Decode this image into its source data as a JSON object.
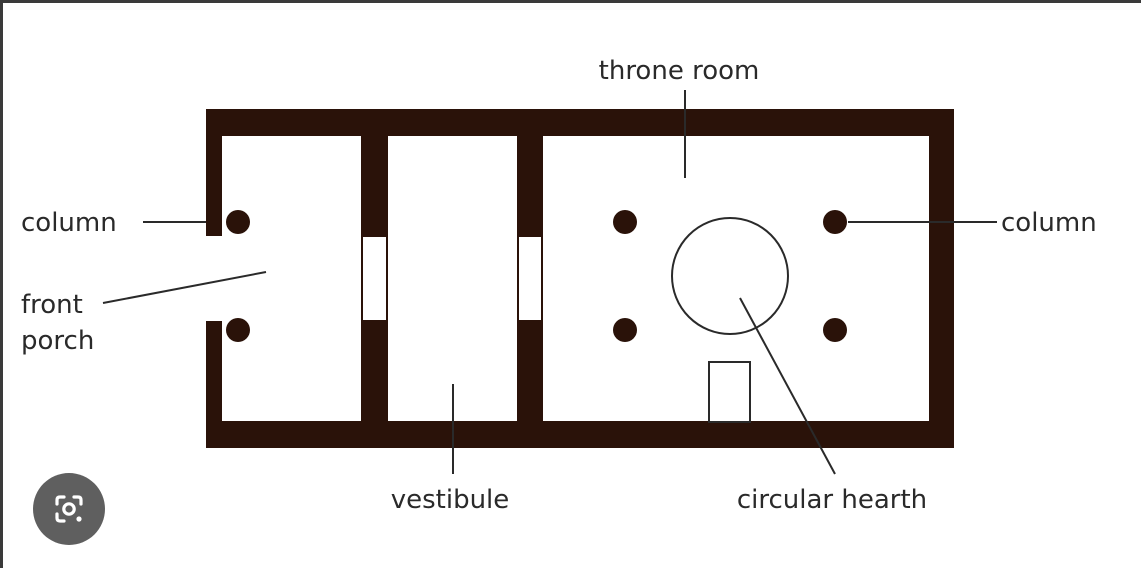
{
  "labels": {
    "throne_room": "throne room",
    "column_left": "column",
    "column_right": "column",
    "front": "front",
    "porch": "porch",
    "vestibule": "vestibule",
    "circular_hearth": "circular hearth"
  },
  "colors": {
    "wall": "#2a1209",
    "label": "#2a2a2a",
    "leader": "#2a2a2a",
    "lens_button_bg": "#5f5f5f",
    "lens_icon": "#ffffff"
  },
  "icons": {
    "lens_button": "visual-search-icon"
  }
}
